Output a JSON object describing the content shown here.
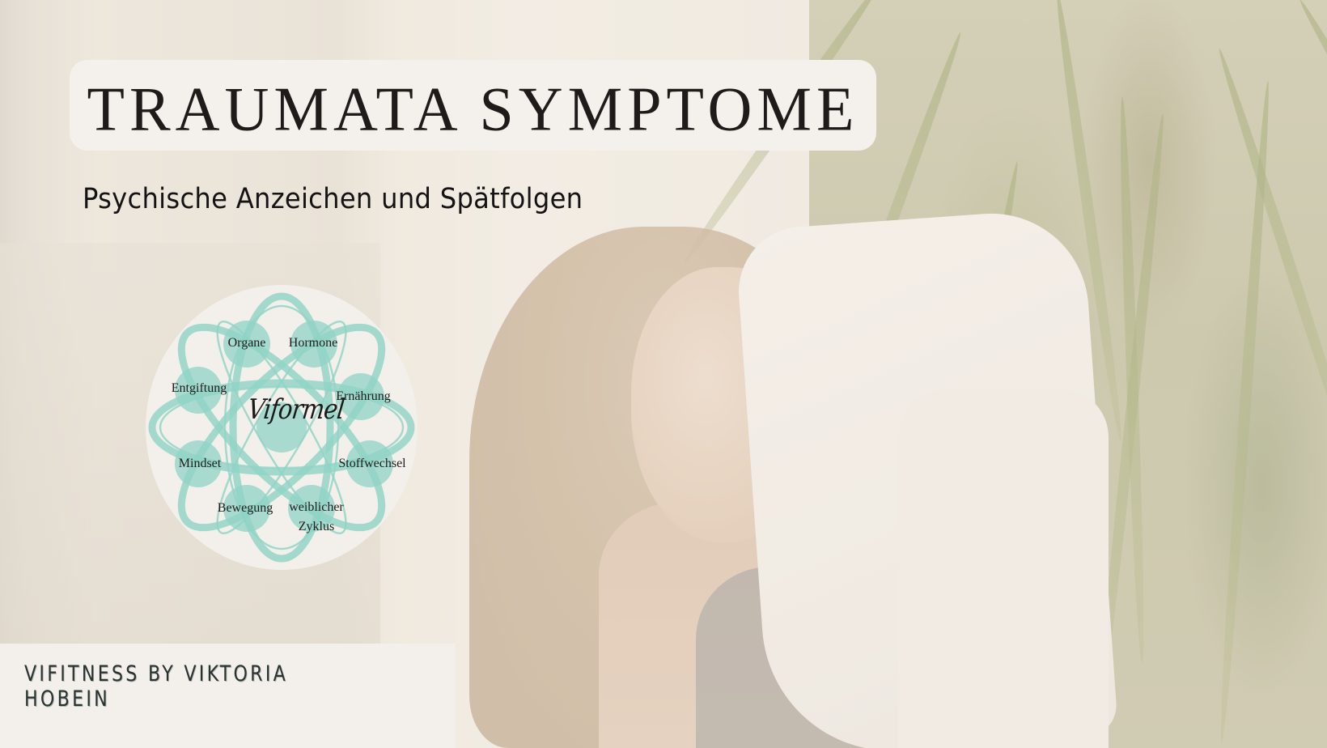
{
  "slide": {
    "title": "TRAUMATA SYMPTOME",
    "subtitle": "Psychische Anzeichen und Spätfolgen",
    "footer": "VIFITNESS BY VIKTORIA HOBEIN"
  },
  "diagram": {
    "center_label": "Viformel",
    "accent_color": "#8fd3c6",
    "nodes": [
      {
        "label": "Organe"
      },
      {
        "label": "Hormone"
      },
      {
        "label": "Ernährung"
      },
      {
        "label": "Stoffwechsel"
      },
      {
        "label": "weiblicher Zyklus"
      },
      {
        "label": "Bewegung"
      },
      {
        "label": "Mindset"
      },
      {
        "label": "Entgiftung"
      }
    ]
  },
  "colors": {
    "panel_bg": "#f4f1ec",
    "text_dark": "#1f1b1a",
    "footer_text": "#2a3330"
  }
}
